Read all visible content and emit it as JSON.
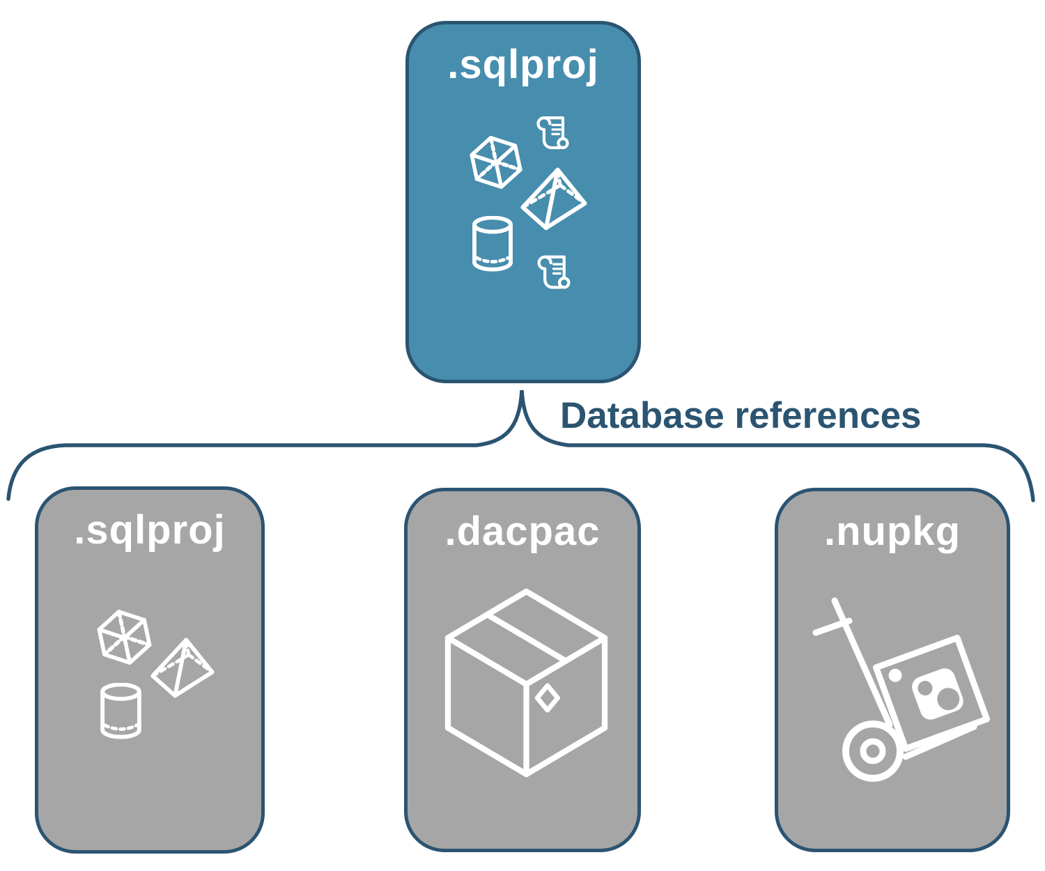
{
  "diagram": {
    "connector_label": "Database references",
    "colors": {
      "accent_blue": "#478DAE",
      "navy": "#2B5471",
      "card_gray": "#A6A6A6",
      "icon_white": "#FFFFFF",
      "background": "#FFFFFF"
    },
    "root_card": {
      "label": ".sqlproj",
      "icons": [
        "cube-icon",
        "scroll-icon",
        "pyramid-icon",
        "database-cylinder-icon",
        "scroll-icon"
      ]
    },
    "child_cards": [
      {
        "label": ".sqlproj",
        "icons": [
          "cube-icon",
          "pyramid-icon",
          "database-cylinder-icon"
        ]
      },
      {
        "label": ".dacpac",
        "icons": [
          "package-box-icon"
        ]
      },
      {
        "label": ".nupkg",
        "icons": [
          "hand-truck-package-icon"
        ]
      }
    ]
  }
}
